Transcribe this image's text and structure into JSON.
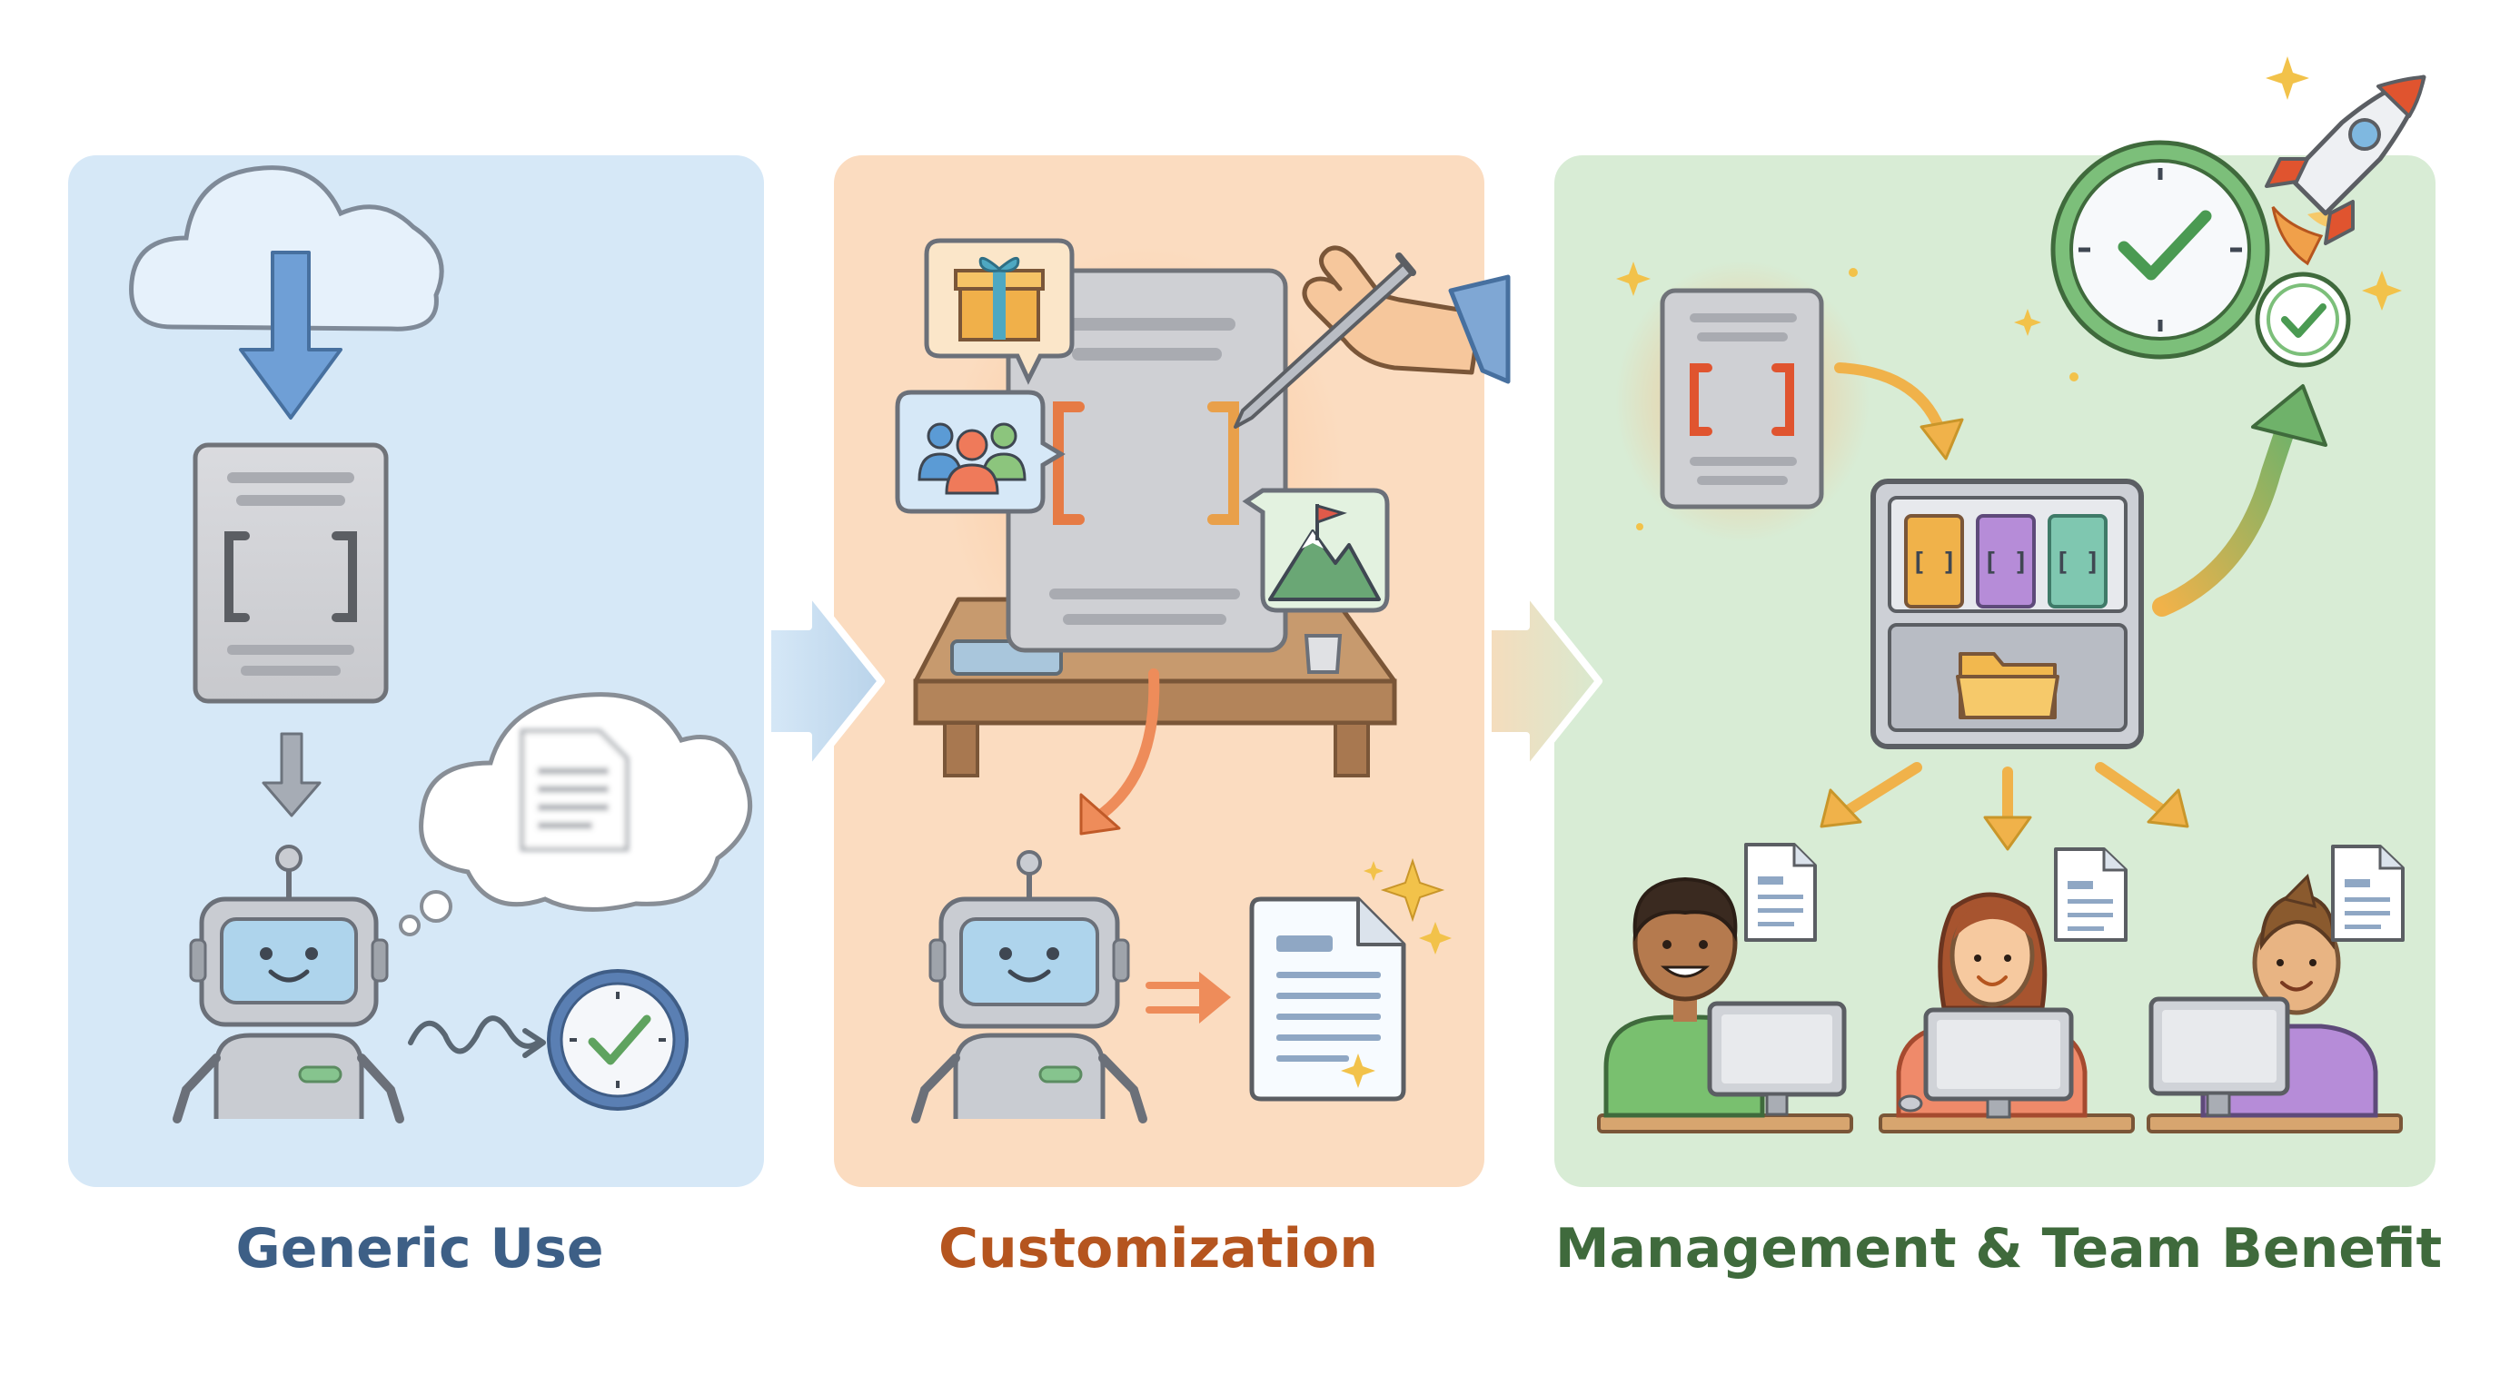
{
  "panels": [
    {
      "caption": "Generic Use",
      "color": "#3d5f86",
      "bg": "#d6e8f7"
    },
    {
      "caption": "Customization",
      "color": "#b5551f",
      "bg": "#fbdcc0"
    },
    {
      "caption": "Management & Team Benefit",
      "color": "#3f6a3c",
      "bg": "#d8ecd5"
    }
  ],
  "icons": {
    "bracket_text": "[ ]"
  }
}
